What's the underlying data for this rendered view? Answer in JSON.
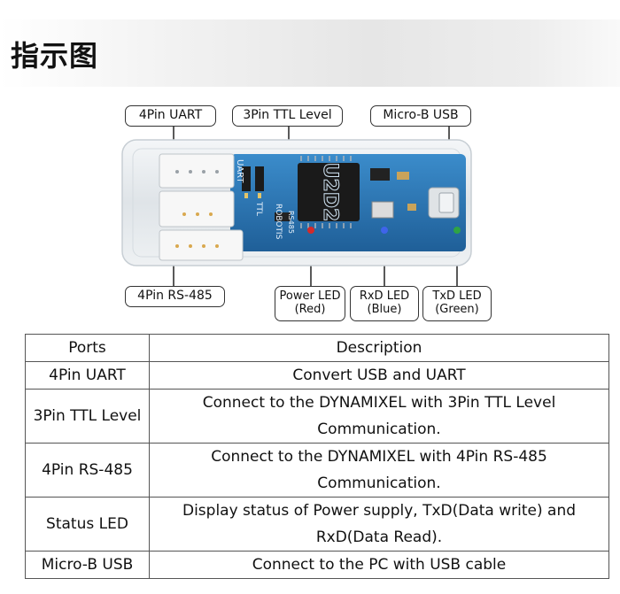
{
  "header": {
    "title": "指示图"
  },
  "diagram": {
    "board_text": {
      "chip": "U2D2",
      "brand": "ROBOTIS",
      "uart": "UART",
      "ttl": "TTL",
      "rs485": "RS485"
    },
    "callouts": {
      "uart": "4Pin UART",
      "ttl": "3Pin TTL Level",
      "usb": "Micro-B USB",
      "rs485": "4Pin RS-485",
      "power_led_line1": "Power LED",
      "power_led_line2": "(Red)",
      "rxd_led_line1": "RxD LED",
      "rxd_led_line2": "(Blue)",
      "txd_led_line1": "TxD LED",
      "txd_led_line2": "(Green)"
    },
    "colors": {
      "pcb": "#2a7ab7",
      "red_led": "#d42a2a",
      "blue_led": "#3f64ea",
      "green_led": "#2fa345"
    }
  },
  "table": {
    "headers": [
      "Ports",
      "Description"
    ],
    "rows": [
      {
        "port": "4Pin UART",
        "description": "Convert USB and UART"
      },
      {
        "port": "3Pin TTL Level",
        "description": "Connect to the DYNAMIXEL with 3Pin TTL Level Communication."
      },
      {
        "port": "4Pin RS-485",
        "description": "Connect to the DYNAMIXEL with 4Pin RS-485 Communication."
      },
      {
        "port": "Status LED",
        "description": "Display status of Power supply, TxD(Data write) and RxD(Data Read)."
      },
      {
        "port": "Micro-B USB",
        "description": "Connect to the PC with USB cable"
      }
    ]
  }
}
